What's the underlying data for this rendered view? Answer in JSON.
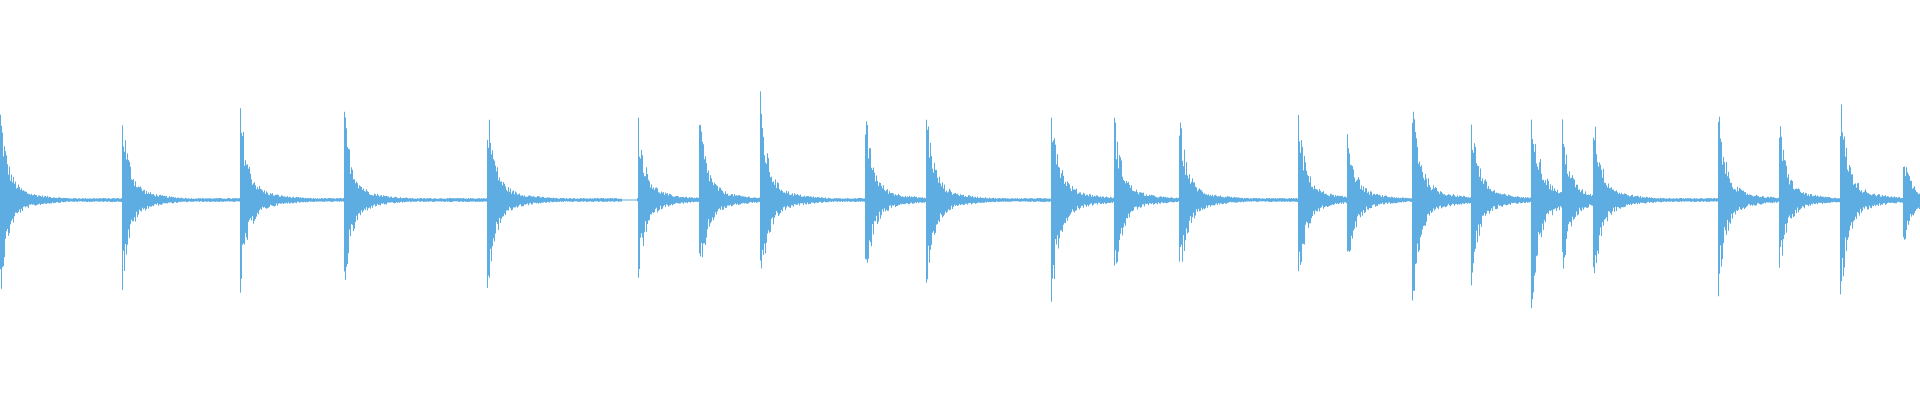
{
  "waveform": {
    "color": "#5dade2",
    "background": "#ffffff",
    "onsets": [
      0,
      122,
      240,
      344,
      487,
      638,
      699,
      760,
      865,
      926,
      1051,
      1114,
      1179,
      1298,
      1347,
      1412,
      1471,
      1531,
      1562,
      1593,
      1718,
      1779,
      1840,
      1903
    ],
    "amplitudes": [
      0.83,
      0.78,
      0.83,
      0.8,
      0.88,
      0.71,
      0.8,
      0.9,
      0.8,
      0.84,
      0.94,
      0.76,
      0.77,
      0.76,
      0.67,
      0.99,
      0.79,
      1.0,
      0.67,
      0.83,
      0.8,
      0.7,
      0.92,
      0.44
    ],
    "baseline_noise": 0.02,
    "silence_gaps": [
      [
        622,
        636
      ]
    ]
  }
}
